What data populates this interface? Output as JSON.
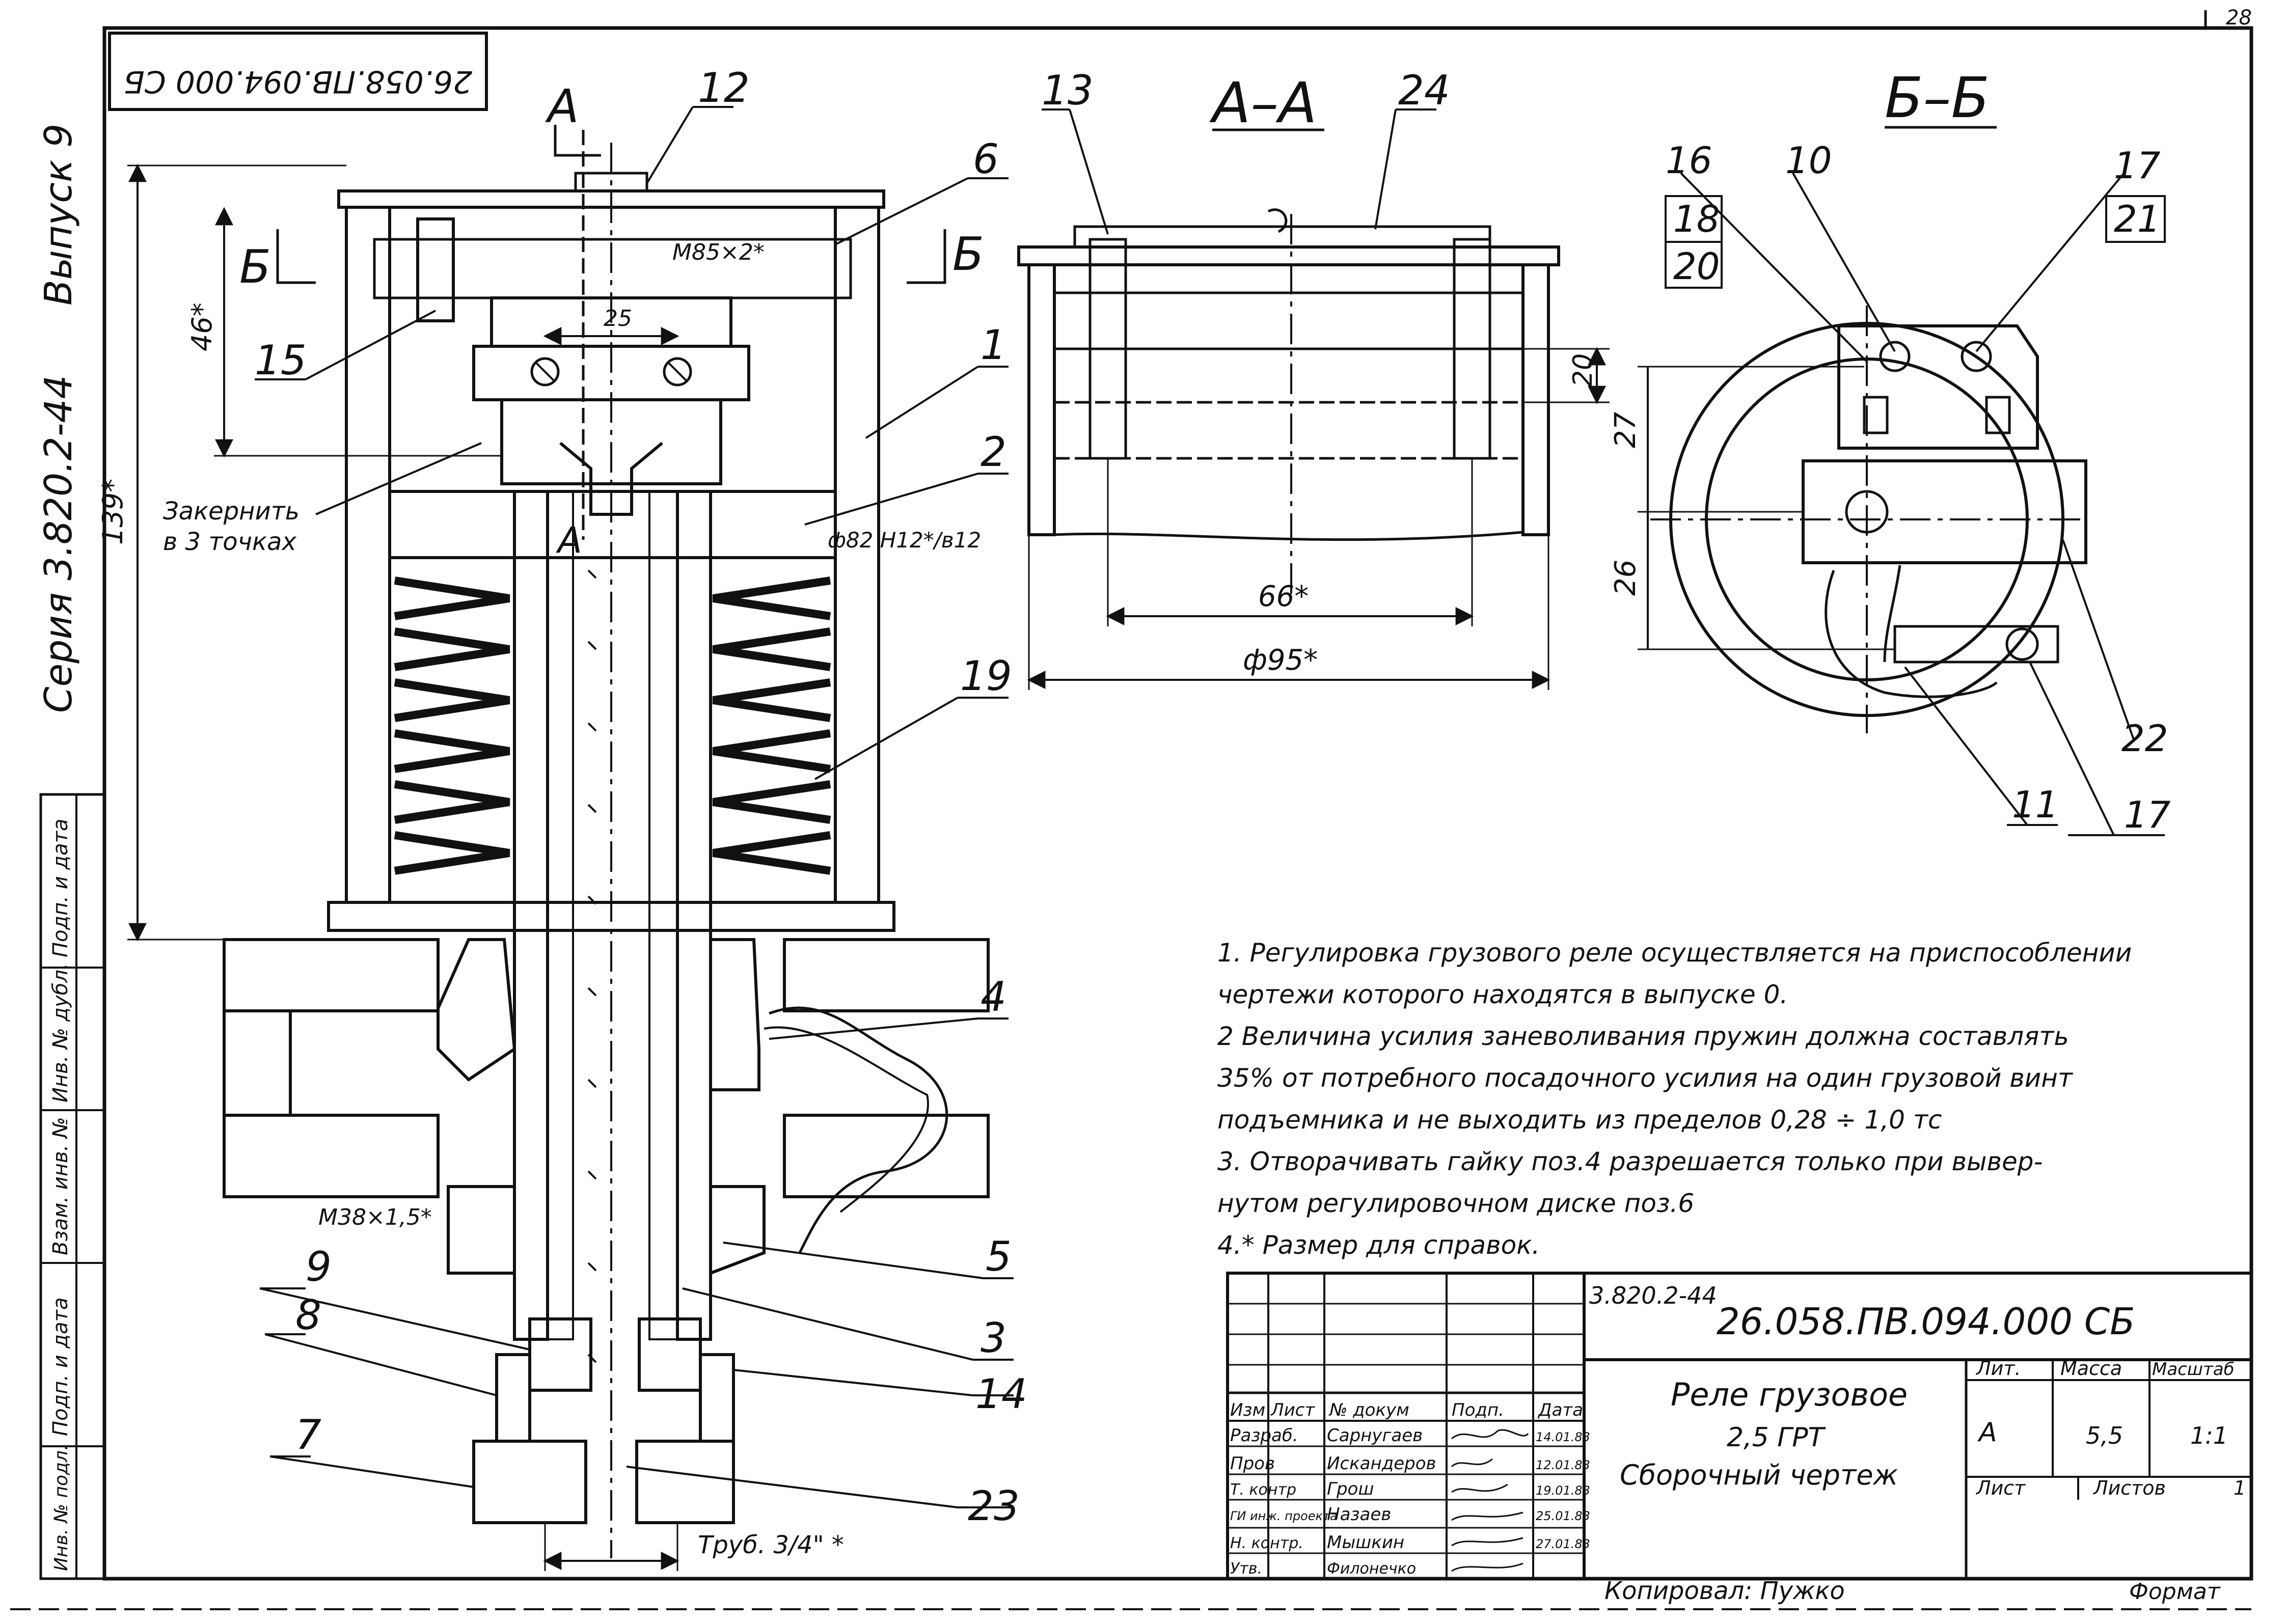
{
  "sheet": {
    "page_number": "28",
    "inverted_stamp": "26.058.ПВ.094.000 СБ",
    "series_label": "Серия 3.820.2-44",
    "issue_label": "Выпуск 9",
    "copied_by": "Копировал: Пужко",
    "format": "Формат"
  },
  "side_stamp": {
    "cells": [
      "Подп. и дата",
      "Инв. № дубл.",
      "Взам. инв. №",
      "Подп. и дата",
      "Инв. № подл."
    ]
  },
  "views": {
    "section_a": "А",
    "section_b": "Б",
    "section_aa_title": "А–А",
    "section_bb_title": "Б–Б"
  },
  "callouts": [
    "1",
    "2",
    "3",
    "4",
    "5",
    "6",
    "7",
    "8",
    "9",
    "10",
    "11",
    "12",
    "13",
    "14",
    "15",
    "16",
    "17",
    "18",
    "19",
    "20",
    "21",
    "22",
    "23",
    "24"
  ],
  "bb_refs": {
    "left_stack": [
      "16",
      "18",
      "20"
    ],
    "right_stack": [
      "17",
      "21"
    ]
  },
  "dimensions": {
    "d139": "139*",
    "d46": "46*",
    "d25": "25",
    "thread_top": "М85×2*",
    "fit": "ф82 H12*/в12",
    "thread_bottom": "М38×1,5*",
    "pipe": "Труб. 3/4\" *",
    "d20": "20",
    "d66": "66*",
    "d95": "ф95*",
    "d27": "27",
    "d26": "26"
  },
  "annotations": {
    "punch_1": "Закернить",
    "punch_2": "в 3 точках"
  },
  "notes": [
    "1. Регулировка грузового реле осуществляется на приспособлении",
    "чертежи которого находятся в выпуске 0.",
    "2 Величина усилия заневоливания пружин должна составлять",
    "35% от потребного посадочного усилия на один грузовой винт",
    "подъемника и не выходить из пределов 0,28 ÷ 1,0 тс",
    "3. Отворачивать гайку поз.4 разрешается только при вывер-",
    "нутом регулировочном диске поз.6",
    "4.* Размер для справок."
  ],
  "title_block": {
    "series": "3.820.2-44",
    "doc_number": "26.058.ПВ.094.000 СБ",
    "name_1": "Реле грузовое",
    "name_2": "2,5 ГРТ",
    "name_3": "Сборочный чертеж",
    "headers": [
      "Изм",
      "Лист",
      "№ докум",
      "Подп.",
      "Дата"
    ],
    "roles": [
      "Разраб.",
      "Пров",
      "Т. контр",
      "ГИ инж. проекта",
      "Н. контр.",
      "Утв."
    ],
    "names": [
      "Сарнугаев",
      "Искандеров",
      "Грош",
      "Назаев",
      "Мышкин",
      "Филонечко"
    ],
    "dates": [
      "14.01.83",
      "12.01.83",
      "19.01.83",
      "25.01.83",
      "27.01.83",
      ""
    ],
    "lit_label": "Лит.",
    "mass_label": "Масса",
    "scale_label": "Масштаб",
    "lit_value": "А",
    "mass_value": "5,5",
    "scale_value": "1:1",
    "sheet_label": "Лист",
    "sheets_label": "Листов",
    "sheets_value": "1"
  }
}
